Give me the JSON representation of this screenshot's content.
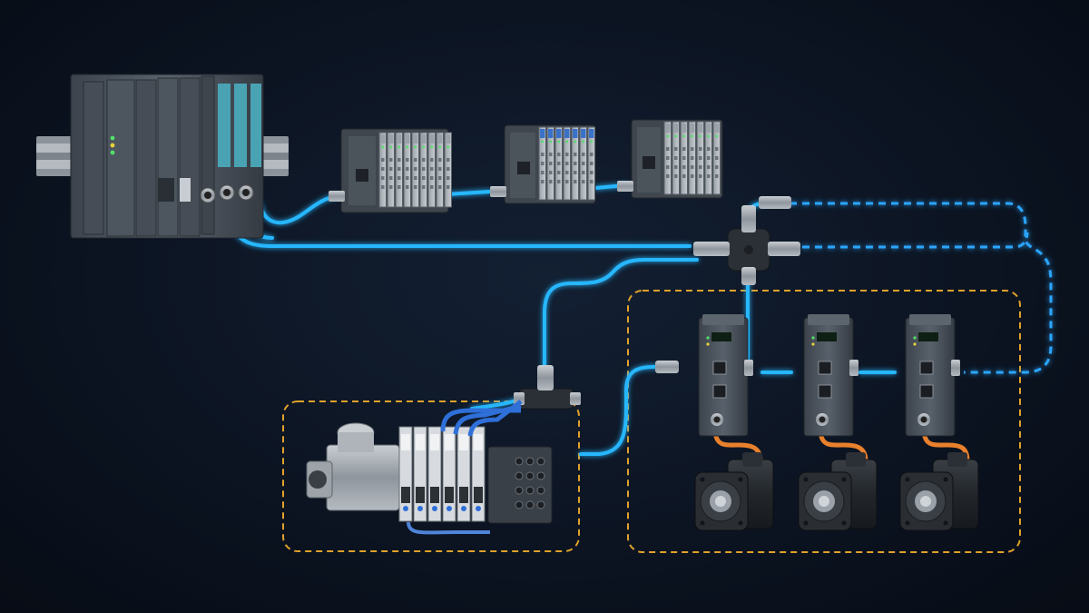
{
  "diagram": {
    "title": "",
    "colors": {
      "background": "#0b1320",
      "profinet_cable": "#27b7ff",
      "cable_glow": "#1a8fe0",
      "wireless_link_dashed": "#2aa6ff",
      "group_outline": "#e0a22a",
      "encoder_cable": "#e8802c",
      "hardware_housing": "#4a525c",
      "status_led_green": "#52e06a",
      "status_led_yellow": "#e8d23a"
    },
    "nodes": [
      {
        "id": "plc",
        "kind": "plc-controller",
        "icon": "plc-rack-icon"
      },
      {
        "id": "io1",
        "kind": "remote-io-station",
        "icon": "io-module-icon"
      },
      {
        "id": "io2",
        "kind": "remote-io-station",
        "icon": "io-module-icon"
      },
      {
        "id": "io3",
        "kind": "remote-io-station",
        "icon": "io-module-icon"
      },
      {
        "id": "switch",
        "kind": "network-cross-connector",
        "icon": "cross-connector-icon"
      },
      {
        "id": "tee",
        "kind": "tee-connector",
        "icon": "tee-connector-icon"
      },
      {
        "id": "valve-terminal",
        "kind": "pneumatic-valve-terminal",
        "icon": "valve-terminal-icon"
      },
      {
        "id": "drive1",
        "kind": "servo-drive",
        "icon": "servo-drive-icon"
      },
      {
        "id": "drive2",
        "kind": "servo-drive",
        "icon": "servo-drive-icon"
      },
      {
        "id": "drive3",
        "kind": "servo-drive",
        "icon": "servo-drive-icon"
      },
      {
        "id": "motor1",
        "kind": "servo-motor",
        "icon": "servo-motor-icon"
      },
      {
        "id": "motor2",
        "kind": "servo-motor",
        "icon": "servo-motor-icon"
      },
      {
        "id": "motor3",
        "kind": "servo-motor",
        "icon": "servo-motor-icon"
      }
    ],
    "links": [
      {
        "from": "plc",
        "to": "io1",
        "style": "solid"
      },
      {
        "from": "io1",
        "to": "io2",
        "style": "solid"
      },
      {
        "from": "io2",
        "to": "io3",
        "style": "solid"
      },
      {
        "from": "plc",
        "to": "switch",
        "style": "solid"
      },
      {
        "from": "switch",
        "to": "tee",
        "style": "solid"
      },
      {
        "from": "tee",
        "to": "valve-terminal",
        "style": "solid"
      },
      {
        "from": "tee",
        "to": "drive1",
        "style": "solid"
      },
      {
        "from": "switch",
        "to": "drive1",
        "style": "solid"
      },
      {
        "from": "drive1",
        "to": "drive2",
        "style": "solid"
      },
      {
        "from": "drive2",
        "to": "drive3",
        "style": "solid"
      },
      {
        "from": "switch",
        "to": "drive3",
        "style": "dashed"
      },
      {
        "from": "drive1",
        "to": "motor1",
        "style": "encoder"
      },
      {
        "from": "drive2",
        "to": "motor2",
        "style": "encoder"
      },
      {
        "from": "drive3",
        "to": "motor3",
        "style": "encoder"
      }
    ],
    "groups": [
      {
        "id": "pneumatics-group",
        "members": [
          "valve-terminal"
        ],
        "outline": "dashed"
      },
      {
        "id": "motion-group",
        "members": [
          "drive1",
          "drive2",
          "drive3",
          "motor1",
          "motor2",
          "motor3"
        ],
        "outline": "dashed"
      }
    ]
  }
}
